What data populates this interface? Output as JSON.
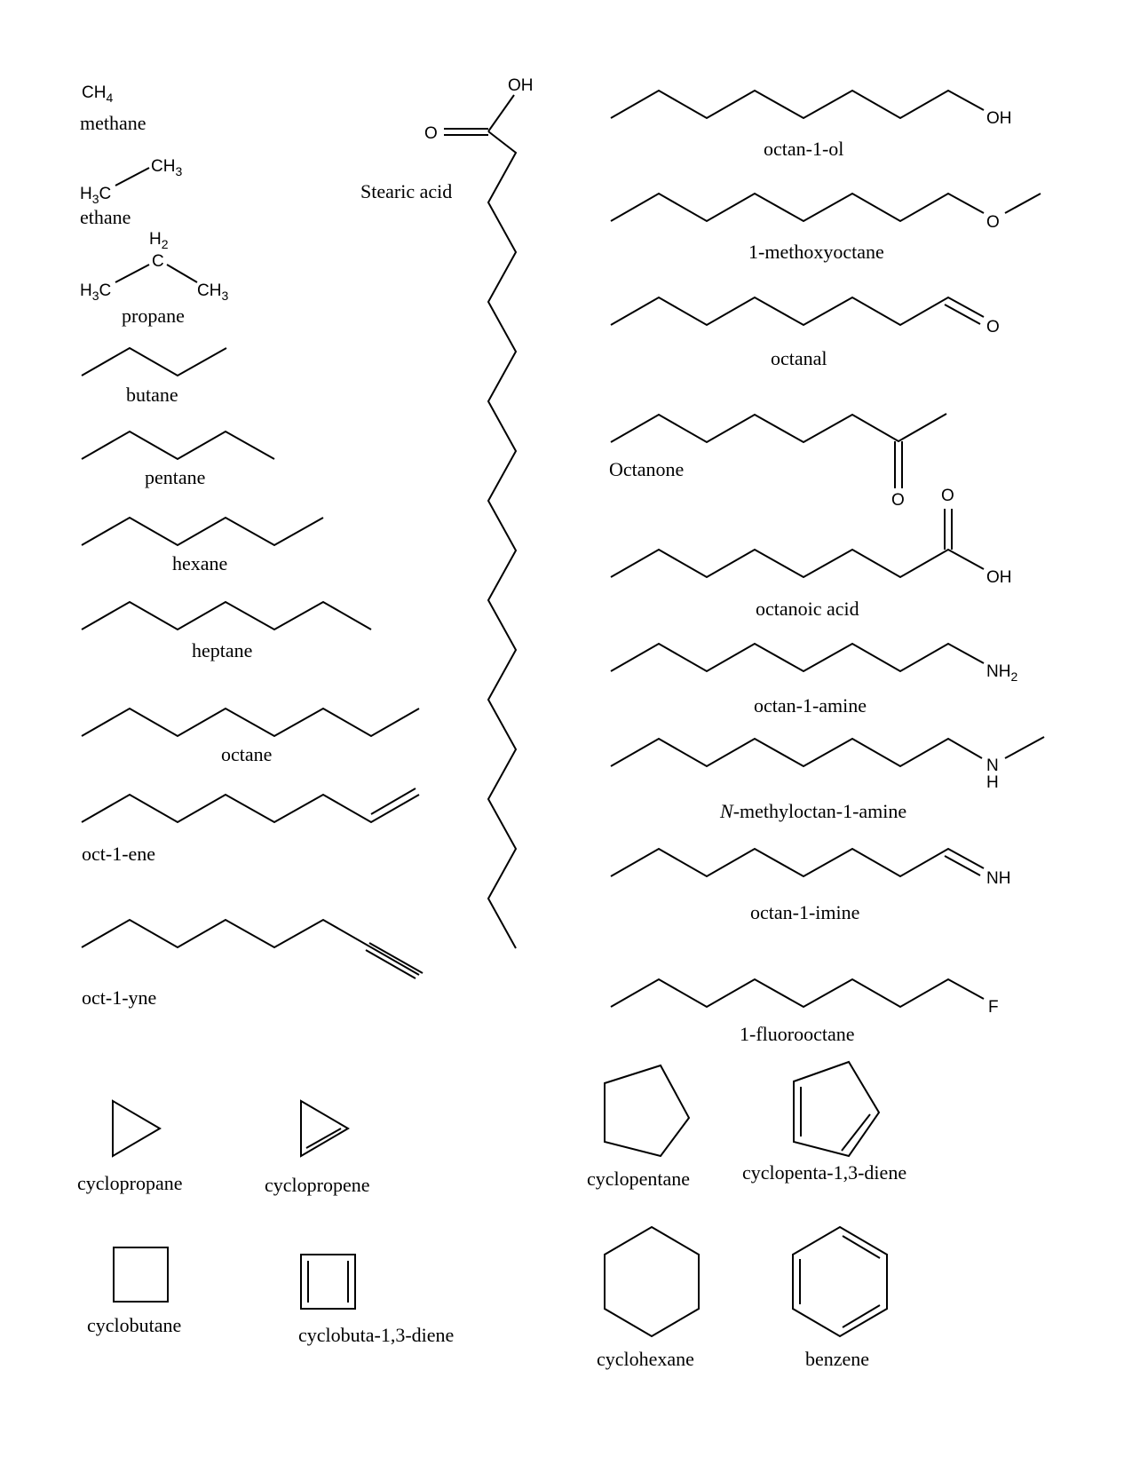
{
  "labels": {
    "methane_formula": "CH4",
    "methane": "methane",
    "ethane": "ethane",
    "propane": "propane",
    "butane": "butane",
    "pentane": "pentane",
    "hexane": "hexane",
    "heptane": "heptane",
    "octane": "octane",
    "oct1ene": "oct-1-ene",
    "oct1yne": "oct-1-yne",
    "stearic_acid": "Stearic acid",
    "octan1ol": "octan-1-ol",
    "methoxyoctane": "1-methoxyoctane",
    "octanal": "octanal",
    "octanone": "Octanone",
    "octanoic_acid": "octanoic acid",
    "octan1amine": "octan-1-amine",
    "nmethyl_prefix": "N",
    "nmethyl_rest": "-methyloctan-1-amine",
    "octan1imine": "octan-1-imine",
    "fluorooctane": "1-fluorooctane",
    "cyclopropane": "cyclopropane",
    "cyclopropene": "cyclopropene",
    "cyclobutane": "cyclobutane",
    "cyclobutadiene": "cyclobuta-1,3-diene",
    "cyclopentane": "cyclopentane",
    "cyclopentadiene": "cyclopenta-1,3-diene",
    "cyclohexane": "cyclohexane",
    "benzene": "benzene"
  },
  "atoms": {
    "c": "C",
    "h": "H",
    "ch": "CH",
    "h3c": "H",
    "sub2": "2",
    "sub3": "3",
    "sub4": "4",
    "oh": "OH",
    "o": "O",
    "n": "N",
    "nh": "NH",
    "f": "F"
  }
}
